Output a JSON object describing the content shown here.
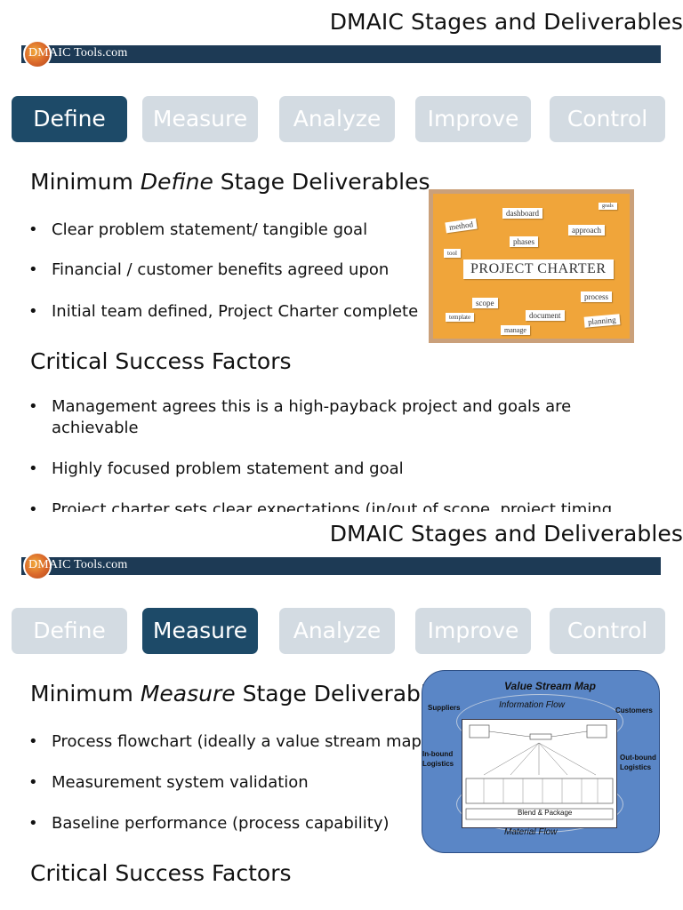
{
  "slides": [
    {
      "title": "DMAIC Stages and Deliverables",
      "logo": "DMAIC Tools.com",
      "tabs": [
        "Define",
        "Measure",
        "Analyze",
        "Improve",
        "Control"
      ],
      "active_tab": "Define",
      "deliverables_heading": {
        "prefix": "Minimum ",
        "stage": "Define",
        "suffix": " Stage Deliverables"
      },
      "deliverables": [
        "Clear problem statement/ tangible goal",
        "Financial / customer benefits agreed upon",
        "Initial team defined, Project Charter complete"
      ],
      "csf_heading": "Critical Success Factors",
      "csf": [
        "Management agrees this is a high-payback project and goals are achievable",
        "Highly focused problem statement and goal",
        "Project charter sets clear expectations (in/out of scope, project timing"
      ],
      "image": {
        "main_text": "PROJECT CHARTER",
        "words": [
          "method",
          "dashboard",
          "goals",
          "approach",
          "phases",
          "tool",
          "scope",
          "process",
          "template",
          "document",
          "planning",
          "manage"
        ]
      }
    },
    {
      "title": "DMAIC Stages and Deliverables",
      "logo": "DMAIC Tools.com",
      "tabs": [
        "Define",
        "Measure",
        "Analyze",
        "Improve",
        "Control"
      ],
      "active_tab": "Measure",
      "deliverables_heading": {
        "prefix": "Minimum ",
        "stage": "Measure",
        "suffix": " Stage Deliverables"
      },
      "deliverables": [
        "Process flowchart (ideally a value stream map)",
        "Measurement system validation",
        "Baseline performance (process capability)"
      ],
      "csf_heading": "Critical Success Factors",
      "image": {
        "title": "Value Stream Map",
        "information_flow": "Information Flow",
        "material_flow": "Material Flow",
        "suppliers": "Suppliers",
        "customers": "Customers",
        "inbound": "In-bound Logistics",
        "outbound": "Out-bound Logistics",
        "process_box": "Blend & Package"
      }
    }
  ],
  "colors": {
    "banner": "#1d3a55",
    "active_tab": "#1d4a68",
    "inactive_tab": "#d3dbe2",
    "corkboard": "#f0a53a",
    "vsm_background": "#5a86c6"
  }
}
